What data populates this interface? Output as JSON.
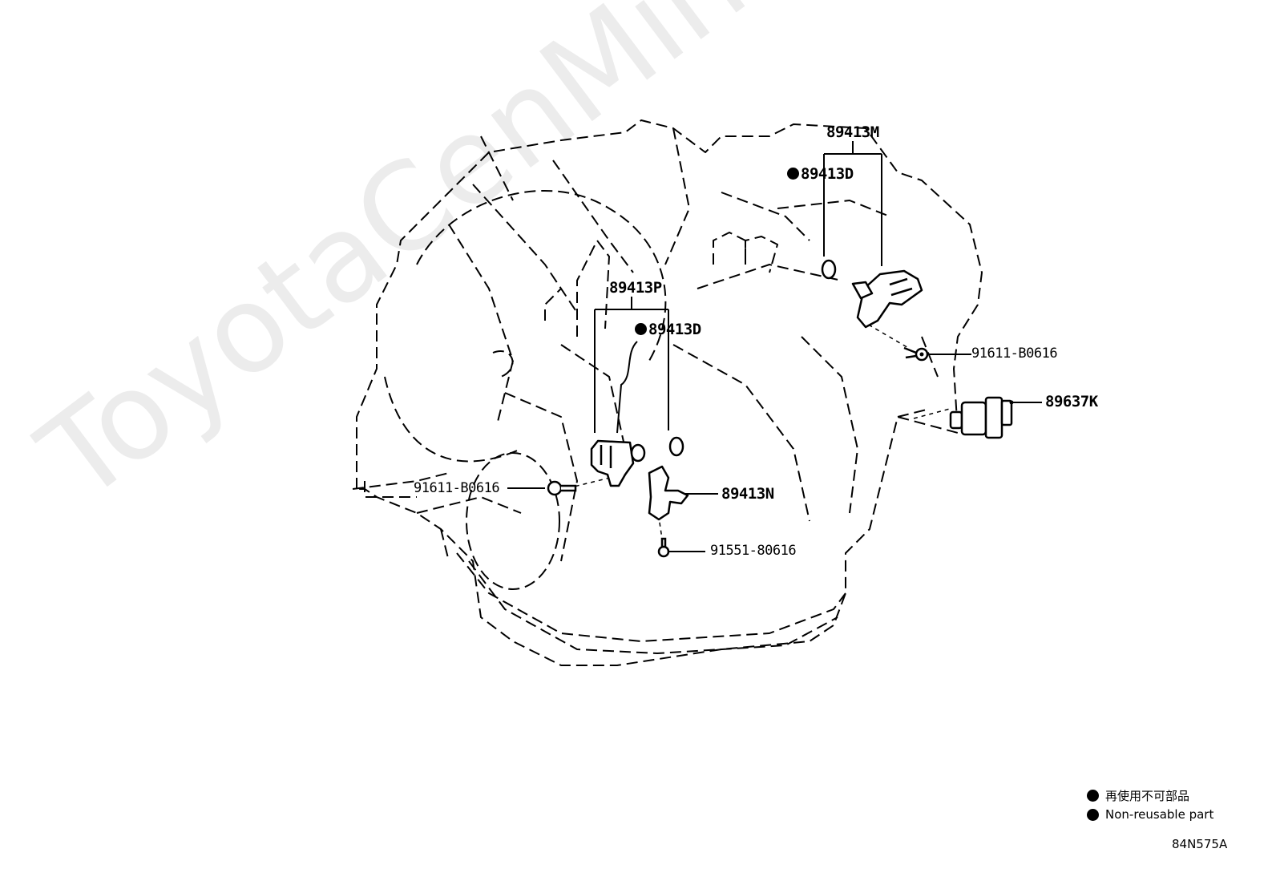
{
  "watermark": "ToyotaCenMine.ru",
  "labels": {
    "p89413M": "89413M",
    "p89413D_top": "89413D",
    "p89413P": "89413P",
    "p89413D_mid": "89413D",
    "p91611_right": "91611-B0616",
    "p89637K": "89637K",
    "p91611_left": "91611-B0616",
    "p89413N": "89413N",
    "p91551": "91551-80616"
  },
  "legend": {
    "jp": "再使用不可部品",
    "en": "Non-reusable part"
  },
  "diagram_code": "84N575A"
}
